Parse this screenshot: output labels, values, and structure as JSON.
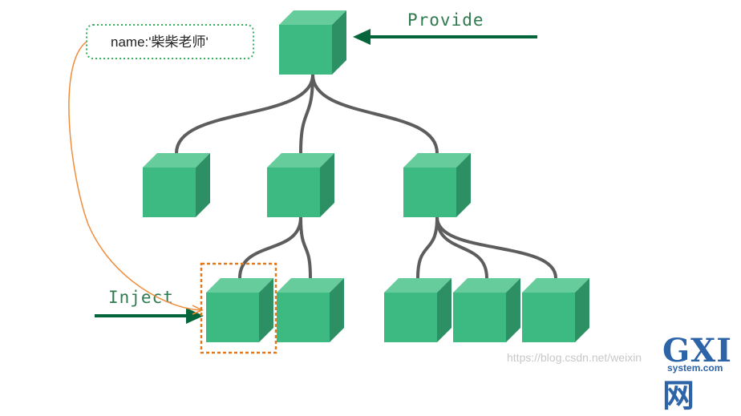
{
  "labels": {
    "provide": "Provide",
    "inject": "Inject",
    "data_box": "name:'柴柴老师'"
  },
  "watermark": {
    "url": "https://blog.csdn.net/weixin",
    "logo_main": "GXI网",
    "logo_sub": "system.com"
  },
  "colors": {
    "cube_front": "#3dba82",
    "cube_top": "#67cc9b",
    "cube_side": "#2c9064",
    "connector": "#5d5d5d",
    "arrow": "#06663b",
    "flow_line": "#f08c3a",
    "highlight_box": "#e07a20",
    "data_box_border": "#33b35c"
  },
  "tree": {
    "nodes": [
      "root",
      "child-1",
      "child-2",
      "child-3",
      "grandchild-1",
      "grandchild-2",
      "grandchild-3",
      "grandchild-4",
      "grandchild-5"
    ],
    "edges": [
      [
        "root",
        "child-1"
      ],
      [
        "root",
        "child-2"
      ],
      [
        "root",
        "child-3"
      ],
      [
        "child-2",
        "grandchild-1"
      ],
      [
        "child-2",
        "grandchild-2"
      ],
      [
        "child-3",
        "grandchild-3"
      ],
      [
        "child-3",
        "grandchild-4"
      ],
      [
        "child-3",
        "grandchild-5"
      ]
    ]
  }
}
